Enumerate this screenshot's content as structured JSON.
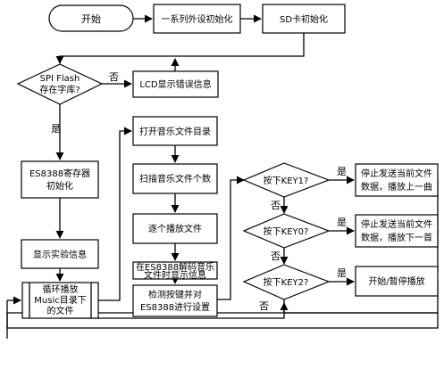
{
  "nodes": {
    "start": "开始",
    "init_peripherals": "一系列外设初始化",
    "sd_init": "SD卡初始化",
    "spi_flash_check": [
      "SPI Flash",
      "存在字库?"
    ],
    "lcd_error": "LCD显示错误信息",
    "es8388_init": [
      "ES8388寄存器",
      "初始化"
    ],
    "show_info": "显示实验信息",
    "loop_play": [
      "循环播放",
      "Music目录下",
      "的文件"
    ],
    "open_dir": "打开音乐文件目录",
    "scan_count": "扫描音乐文件个数",
    "play_each": "逐个播放文件",
    "decode_display": [
      "在ES8388解码音乐",
      "文件时显示信息"
    ],
    "detect_keys": [
      "检测按键并对",
      "ES8388进行设置"
    ],
    "key1_check": "按下KEY1?",
    "key0_check": "按下KEY0?",
    "key2_check": "按下KEY2?",
    "prev_song": [
      "停止发送当前文件",
      "数据，播放上一曲"
    ],
    "next_song": [
      "停止发送当前文件",
      "数据，播放下一首"
    ],
    "pause_play": "开始/暂停播放"
  },
  "labels": {
    "yes": "是",
    "no": "否"
  }
}
